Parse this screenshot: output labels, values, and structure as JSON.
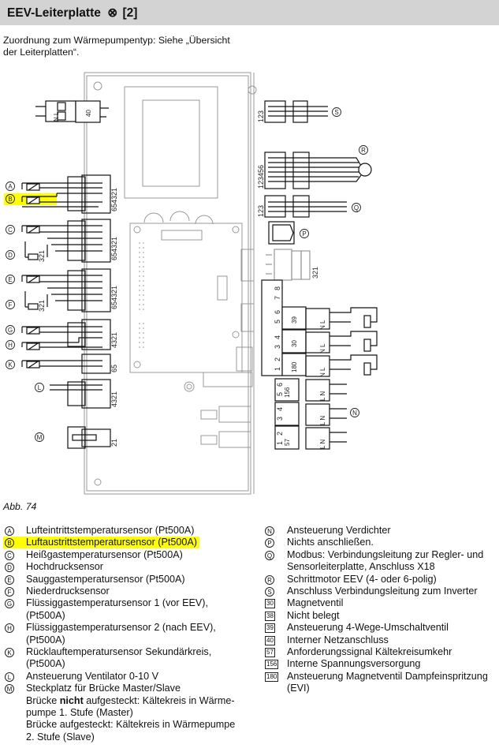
{
  "header": {
    "title": "EEV-Leiterplatte",
    "symbol_icon": "fan-symbol-icon",
    "symbol": "⊗",
    "ref": "[2]",
    "background": "#d3d3d3"
  },
  "intro": {
    "line1": "Zuordnung zum Wärmepumpentyp: Siehe „Übersicht",
    "line2": "der Leiterplatten“."
  },
  "figure_caption": "Abb. 74",
  "highlight_color": "#ffff00",
  "diagram": {
    "labels": {
      "A": "A",
      "B": "B",
      "C": "C",
      "D": "D",
      "E": "E",
      "F": "F",
      "G": "G",
      "H": "H",
      "K": "K",
      "L": "L",
      "M": "M",
      "N": "N",
      "P": "P",
      "Q": "Q",
      "R": "R",
      "S": "S"
    },
    "terminal_ids": {
      "t40": "40",
      "t39": "39",
      "t30": "30",
      "t180": "180",
      "t156": "156",
      "t57": "57"
    },
    "pins": {
      "ab": "654321",
      "cd": "654321",
      "ef": "654321",
      "gh": "4321",
      "k": "65",
      "l": "4321",
      "m": "21",
      "s": "123",
      "r": "123456",
      "q": "123",
      "grey": "321",
      "sensor_d": "321",
      "sensor_f": "321",
      "strip": [
        "8",
        "7",
        "6",
        "5",
        "4",
        "3",
        "2",
        "1"
      ],
      "nl": "N L",
      "ln": "L N"
    }
  },
  "legend": {
    "left": [
      {
        "marker": "A",
        "type": "circle",
        "lines": [
          "Lufteintrittstemperatursensor (Pt500A)"
        ]
      },
      {
        "marker": "B",
        "type": "circle",
        "highlighted": true,
        "lines": [
          "Luftaustrittstemperatursensor (Pt500A)"
        ]
      },
      {
        "marker": "C",
        "type": "circle",
        "lines": [
          "Heißgastemperatursensor (Pt500A)"
        ]
      },
      {
        "marker": "D",
        "type": "circle",
        "lines": [
          "Hochdrucksensor"
        ]
      },
      {
        "marker": "E",
        "type": "circle",
        "lines": [
          "Sauggastemperatursensor (Pt500A)"
        ]
      },
      {
        "marker": "F",
        "type": "circle",
        "lines": [
          "Niederdrucksensor"
        ]
      },
      {
        "marker": "G",
        "type": "circle",
        "lines": [
          "Flüssiggastemperatursensor 1 (vor EEV),",
          "(Pt500A)"
        ]
      },
      {
        "marker": "H",
        "type": "circle",
        "lines": [
          "Flüssiggastemperatursensor 2 (nach EEV),",
          "(Pt500A)"
        ]
      },
      {
        "marker": "K",
        "type": "circle",
        "lines": [
          "Rücklauftemperatursensor Sekundärkreis,",
          "(Pt500A)"
        ]
      },
      {
        "marker": "L",
        "type": "circle",
        "lines": [
          "Ansteuerung Ventilator 0-10 V"
        ]
      },
      {
        "marker": "M",
        "type": "circle",
        "lines": [
          "Steckplatz für Brücke Master/Slave"
        ]
      }
    ],
    "m_detail": {
      "line2_pre": "Brücke ",
      "line2_bold": "nicht",
      "line2_post": " aufgesteckt: Kältekreis in Wärme-",
      "line3": "pumpe 1. Stufe (Master)",
      "line4": "Brücke aufgesteckt: Kältekreis in Wärmepumpe",
      "line5": "2. Stufe (Slave)"
    },
    "right": [
      {
        "marker": "N",
        "type": "circle",
        "lines": [
          "Ansteuerung Verdichter"
        ]
      },
      {
        "marker": "P",
        "type": "circle",
        "lines": [
          "Nichts anschließen."
        ]
      },
      {
        "marker": "Q",
        "type": "circle",
        "lines": [
          "Modbus: Verbindungsleitung zur Regler- und",
          "Sensorleiterplatte, Anschluss X18"
        ]
      },
      {
        "marker": "R",
        "type": "circle",
        "lines": [
          "Schrittmotor EEV (4- oder 6-polig)"
        ]
      },
      {
        "marker": "S",
        "type": "circle",
        "lines": [
          "Anschluss Verbindungsleitung zum Inverter"
        ]
      },
      {
        "marker": "30",
        "type": "box",
        "lines": [
          "Magnetventil"
        ]
      },
      {
        "marker": "38",
        "type": "box",
        "lines": [
          "Nicht belegt"
        ]
      },
      {
        "marker": "39",
        "type": "box",
        "lines": [
          "Ansteuerung 4-Wege-Umschaltventil"
        ]
      },
      {
        "marker": "40",
        "type": "box",
        "lines": [
          "Interner Netzanschluss"
        ]
      },
      {
        "marker": "57",
        "type": "box",
        "lines": [
          "Anforderungssignal Kältekreisumkehr"
        ]
      },
      {
        "marker": "156",
        "type": "box",
        "lines": [
          "Interne Spannungsversorgung"
        ]
      },
      {
        "marker": "180",
        "type": "box",
        "lines": [
          "Ansteuerung Magnetventil Dampfeinspritzung",
          "(EVI)"
        ]
      }
    ]
  }
}
